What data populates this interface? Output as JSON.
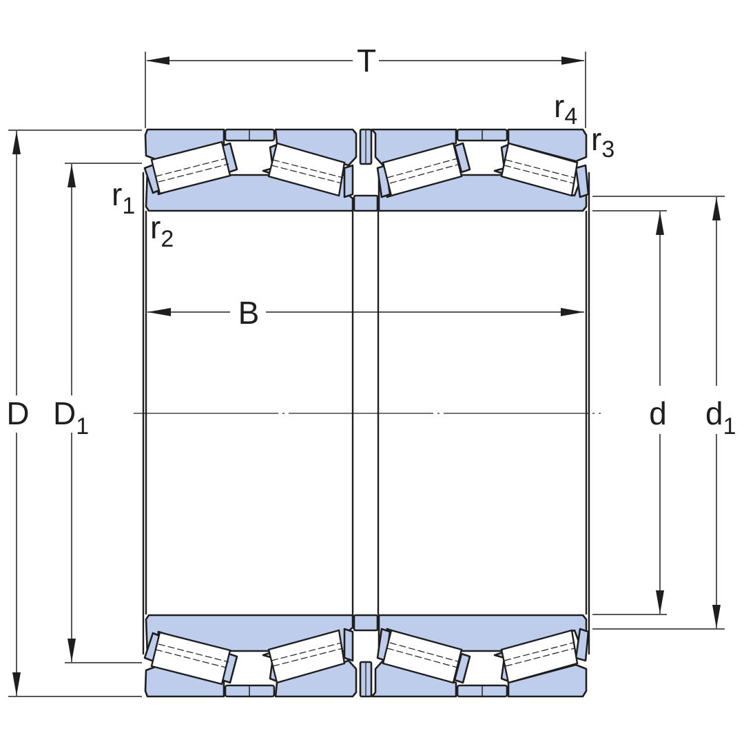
{
  "labels": {
    "T": "T",
    "B": "B",
    "D": "D",
    "D1": {
      "main": "D",
      "sub": "1"
    },
    "d": "d",
    "d1": {
      "main": "d",
      "sub": "1"
    },
    "r1": {
      "main": "r",
      "sub": "1"
    },
    "r2": {
      "main": "r",
      "sub": "2"
    },
    "r3": {
      "main": "r",
      "sub": "3"
    },
    "r4": {
      "main": "r",
      "sub": "4"
    }
  },
  "colors": {
    "ring_fill": "#bfcdec",
    "line": "#1e1e1e",
    "background": "#ffffff"
  }
}
